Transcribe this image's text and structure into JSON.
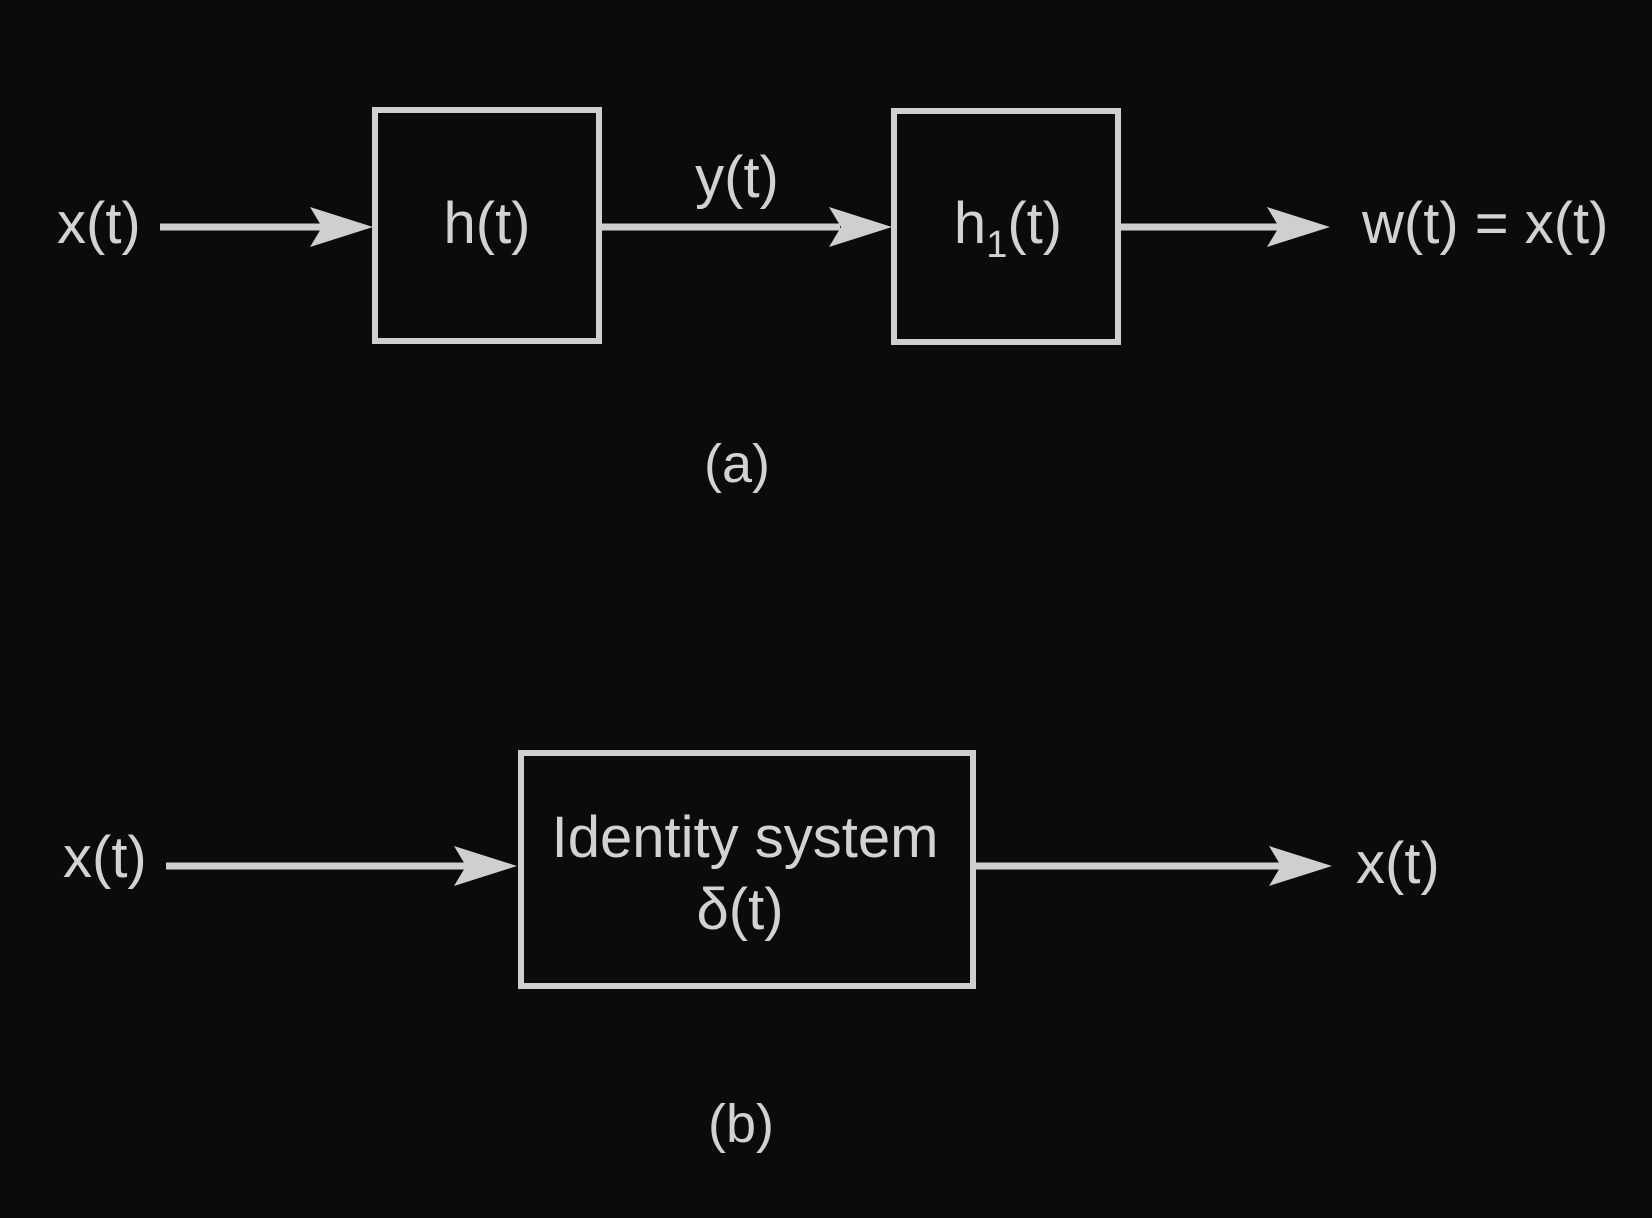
{
  "diagram_a": {
    "input_label": "x(t)",
    "block1_label": "h(t)",
    "middle_signal_label": "y(t)",
    "block2_label_main": "h",
    "block2_label_sub": "1",
    "block2_label_tail": "(t)",
    "output_label": "w(t) = x(t)",
    "caption": "(a)"
  },
  "diagram_b": {
    "input_label": "x(t)",
    "block_label_line1": "Identity system",
    "block_label_line2": "δ(t)",
    "output_label": "x(t)",
    "caption": "(b)"
  },
  "colors": {
    "background": "#0b0b0b",
    "foreground": "#cfcfcf"
  }
}
